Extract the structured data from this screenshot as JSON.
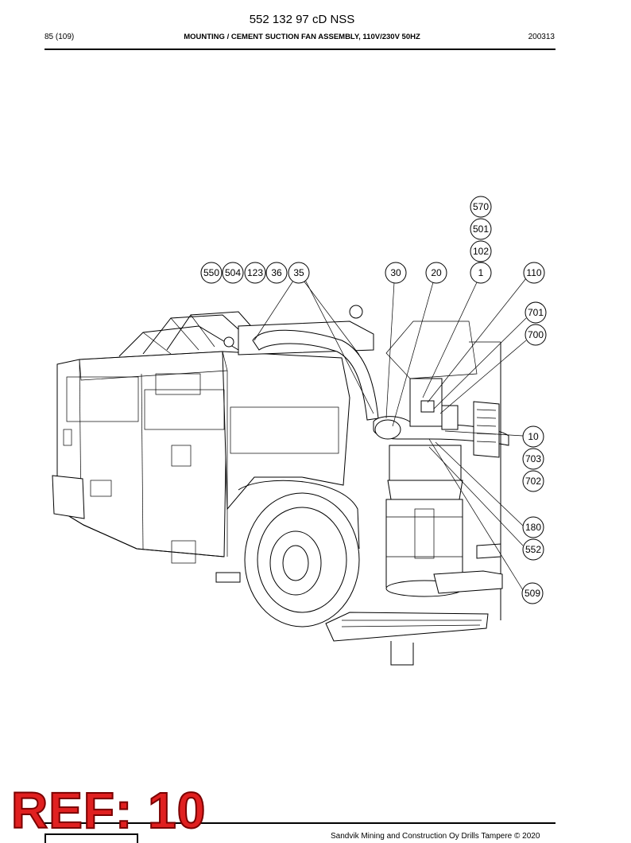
{
  "header": {
    "doc_number": "552 132 97 cD NSS",
    "page": "85 (109)",
    "title": "MOUNTING / CEMENT SUCTION FAN ASSEMBLY, 110V/230V 50HZ",
    "date": "200313"
  },
  "callouts": [
    "570",
    "501",
    "102",
    "550",
    "504",
    "123",
    "36",
    "35",
    "30",
    "20",
    "1",
    "110",
    "701",
    "700",
    "10",
    "703",
    "702",
    "180",
    "552",
    "509"
  ],
  "stamp": {
    "text": "REF: 10",
    "color": "#e02020"
  },
  "footer": {
    "text": "Sandvik Mining and Construction Oy Drills Tampere © 2020"
  }
}
